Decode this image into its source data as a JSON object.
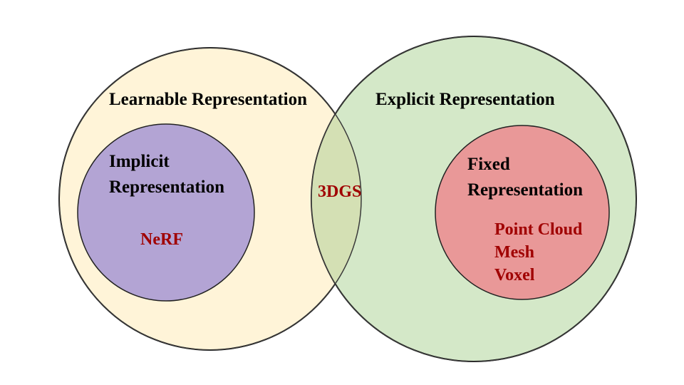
{
  "colors": {
    "learnable_fill": "#fff4d8",
    "explicit_fill": "#d4e8c8",
    "overlap_fill": "#d4e0b4",
    "implicit_fill": "#b3a4d4",
    "fixed_fill": "#e99898",
    "outline": "#000000",
    "item_text": "#a00000"
  },
  "learnable": {
    "title": "Learnable Representation"
  },
  "explicit": {
    "title": "Explicit Representation"
  },
  "implicit": {
    "title_line1": "Implicit",
    "title_line2": "Representation",
    "examples": [
      "NeRF"
    ]
  },
  "fixed": {
    "title_line1": "Fixed",
    "title_line2": "Representation",
    "examples": [
      "Point Cloud",
      "Mesh",
      "Voxel"
    ]
  },
  "overlap": {
    "label": "3DGS"
  }
}
